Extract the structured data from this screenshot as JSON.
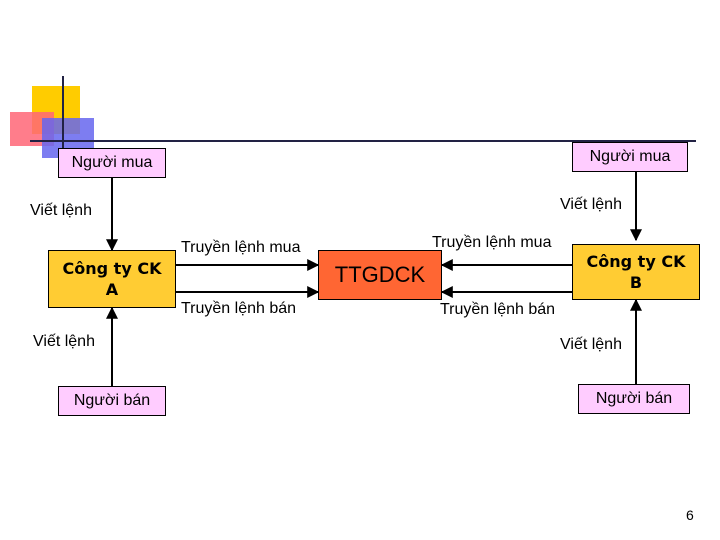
{
  "boxes": {
    "buyer_left": "Người mua",
    "buyer_right": "Người mua",
    "seller_left": "Người bán",
    "seller_right": "Người bán",
    "company_a": "Công ty CK\nA",
    "company_b": "Công ty CK\nB",
    "center": "TTGDCK"
  },
  "labels": {
    "order_top_left": "Viết lệnh",
    "order_top_right": "Viết lệnh",
    "order_bottom_left": "Viết lệnh",
    "order_bottom_right": "Viết lệnh",
    "send_buy_left": "Truyền lệnh mua",
    "send_sell_left": "Truyền lệnh bán",
    "send_buy_right": "Truyền lệnh mua",
    "send_sell_right": "Truyền lệnh bán"
  },
  "page_number": "6",
  "colors": {
    "person_box": "#ffccff",
    "company_box": "#ffcc33",
    "center_box": "#ff6633"
  }
}
